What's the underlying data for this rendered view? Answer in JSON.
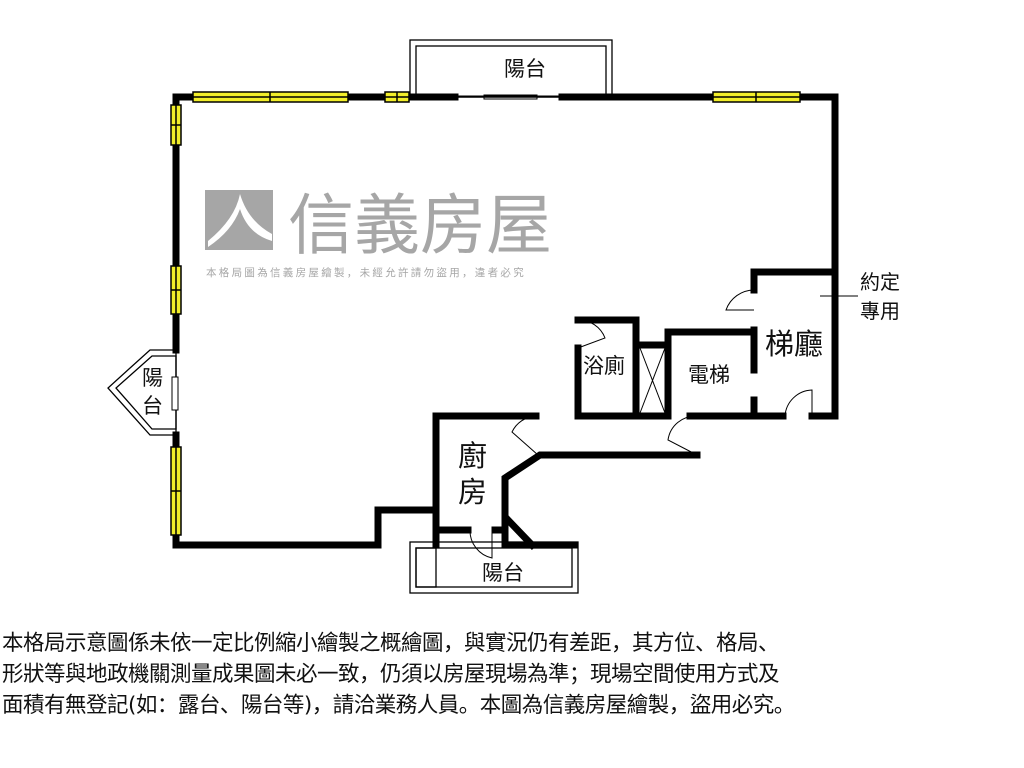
{
  "plan": {
    "rooms": {
      "balcony_top": "陽台",
      "balcony_left": [
        "陽",
        "台"
      ],
      "balcony_bottom": "陽台",
      "bathroom": "浴廁",
      "elevator": "電梯",
      "lobby": "梯廳",
      "kitchen": [
        "廚",
        "房"
      ],
      "reserved": [
        "約定",
        "專用"
      ]
    },
    "watermark": {
      "brand": "信義房屋",
      "subtext": "本格局圖為信義房屋繪製，未經允許請勿盜用，違者必究"
    },
    "colors": {
      "wall": "#000000",
      "window": "#f2ee2a",
      "watermark": "#a6a6a6"
    }
  },
  "disclaimer": [
    "本格局示意圖係未依一定比例縮小繪製之概繪圖，與實況仍有差距，其方位、格局、",
    "形狀等與地政機關測量成果圖未必一致，仍須以房屋現場為準；現場空間使用方式及",
    "面積有無登記(如：露台、陽台等)，請洽業務人員。本圖為信義房屋繪製，盜用必究。"
  ]
}
